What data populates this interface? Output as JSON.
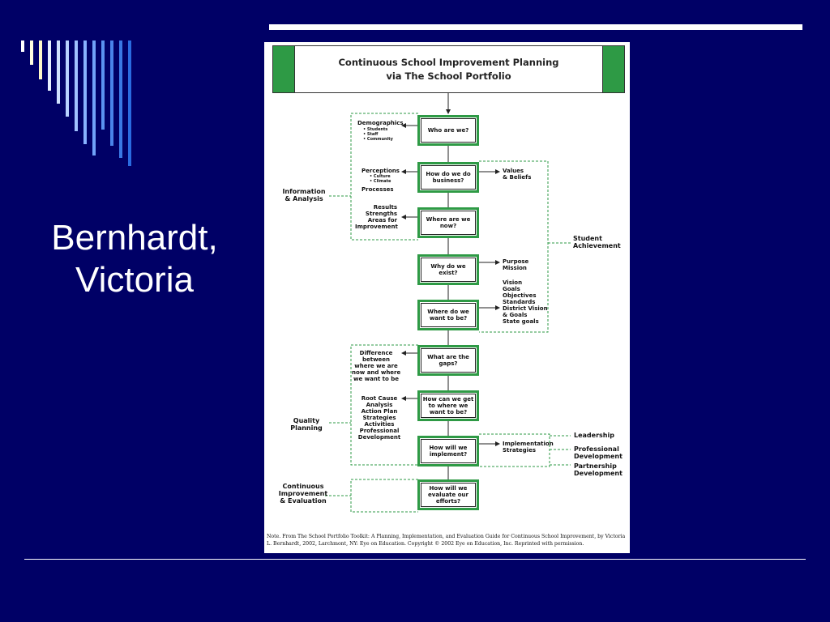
{
  "slide": {
    "title": "Bernhardt, Victoria",
    "background": "#000066",
    "stripe_colors": [
      "#ffffff",
      "#fffde0",
      "#e8f0ff",
      "#c7dcff",
      "#a6c8ff",
      "#7fb0ff",
      "#5a97f5",
      "#3a7de8",
      "#2a6be0"
    ]
  },
  "figure": {
    "title_line1": "Continuous School Improvement Planning",
    "title_line2": "via The School Portfolio",
    "accent": "#2e9a45",
    "boxes": [
      "Who are we?",
      "How do we do business?",
      "Where are we now?",
      "Why do we exist?",
      "Where do we want to be?",
      "What are the gaps?",
      "How can we get to where we want to be?",
      "How will we implement?",
      "How will we evaluate our efforts?"
    ],
    "left": {
      "demographics": "Demographics",
      "demographics_items": "• Students\n• Staff\n• Community",
      "perceptions": "Perceptions",
      "perceptions_items": "• Culture\n• Climate",
      "processes": "Processes",
      "results": "Results\nStrengths\nAreas for\nImprovement",
      "difference": "Difference\nbetween\nwhere we are\nnow and where\nwe want to be",
      "root_cause": "Root Cause\nAnalysis\nAction Plan\nStrategies\nActivities\nProfessional\nDevelopment"
    },
    "right": {
      "values": "Values\n& Beliefs",
      "purpose": "Purpose\nMission",
      "vision": "Vision\nGoals\nObjectives\nStandards\nDistrict Vision\n& Goals\nState goals",
      "implementation": "Implementation\nStrategies",
      "leadership": "Leadership",
      "professional_development": "Professional\nDevelopment",
      "partnership_development": "Partnership\nDevelopment"
    },
    "groups": {
      "information_analysis": "Information\n& Analysis",
      "student_achievement": "Student\nAchievement",
      "quality_planning": "Quality\nPlanning",
      "continuous_improvement": "Continuous\nImprovement\n& Evaluation"
    },
    "note": "Note. From The School Portfolio Toolkit: A Planning, Implementation, and Evaluation Guide for Continuous School Improvement, by Victoria L. Bernhardt, 2002, Larchmont, NY: Eye on Education. Copyright © 2002 Eye on Education, Inc. Reprinted with permission."
  }
}
